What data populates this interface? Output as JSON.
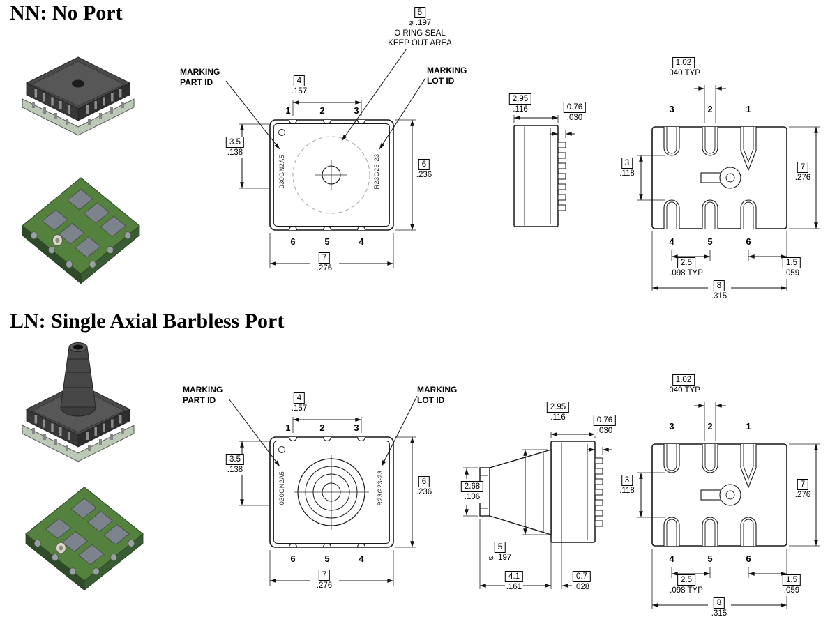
{
  "colors": {
    "line": "#161616",
    "pcb_green": "#55813f",
    "chip_gray": "#4a4a4a"
  },
  "sections": [
    {
      "title": "NN: No Port",
      "top_view": {
        "marking_part_id": "MARKING\nPART ID",
        "marking_lot_id": "MARKING\nLOT ID",
        "oring_mm": "5",
        "oring_dia": "⌀ .197",
        "oring_note1": "O RING SEAL",
        "oring_note2": "KEEP OUT AREA",
        "part_marking": "030GN2A5",
        "lot_marking": "R23G23-23",
        "pins_top": [
          "1",
          "2",
          "3"
        ],
        "pins_bottom": [
          "6",
          "5",
          "4"
        ],
        "dim_pins_span": {
          "mm": "4",
          "in": ".157"
        },
        "dim_upper_left": {
          "mm": "3.5",
          "in": ".138"
        },
        "dim_height": {
          "mm": "6",
          "in": ".236"
        },
        "dim_width": {
          "mm": "7",
          "in": ".276"
        }
      },
      "side_view": {
        "dim_thickness": {
          "mm": "2.95",
          "in": ".116"
        },
        "dim_pin_protrusion": {
          "mm": "0.76",
          "in": ".030"
        }
      },
      "bottom_view": {
        "pins_top": [
          "3",
          "2",
          "1"
        ],
        "pins_bottom": [
          "4",
          "5",
          "6"
        ],
        "dim_pad_width": {
          "mm": "1.02",
          "in": ".040 TYP"
        },
        "dim_inner_span": {
          "mm": "3",
          "in": ".118"
        },
        "dim_height": {
          "mm": "7",
          "in": ".276"
        },
        "dim_pitch": {
          "mm": "2.5",
          "in": ".098 TYP"
        },
        "dim_edge": {
          "mm": "1.5",
          "in": ".059"
        },
        "dim_width": {
          "mm": "8",
          "in": ".315"
        }
      }
    },
    {
      "title": "LN: Single Axial Barbless Port",
      "top_view": {
        "marking_part_id": "MARKING\nPART ID",
        "marking_lot_id": "MARKING\nLOT ID",
        "part_marking": "030GN2A5",
        "lot_marking": "R23G23-23",
        "pins_top": [
          "1",
          "2",
          "3"
        ],
        "pins_bottom": [
          "6",
          "5",
          "4"
        ],
        "dim_pins_span": {
          "mm": "4",
          "in": ".157"
        },
        "dim_upper_left": {
          "mm": "3.5",
          "in": ".138"
        },
        "dim_height": {
          "mm": "6",
          "in": ".236"
        },
        "dim_width": {
          "mm": "7",
          "in": ".276"
        }
      },
      "side_view": {
        "dim_thickness": {
          "mm": "2.95",
          "in": ".116"
        },
        "dim_pin_protrusion": {
          "mm": "0.76",
          "in": ".030"
        },
        "dim_port_tip": {
          "mm": "2.68",
          "in": ".106"
        },
        "dim_port_base": {
          "mm": "5",
          "in": "⌀ .197"
        },
        "dim_port_length": {
          "mm": "4.1",
          "in": ".161"
        },
        "dim_cover": {
          "mm": "0.7",
          "in": ".028"
        }
      },
      "bottom_view": {
        "pins_top": [
          "3",
          "2",
          "1"
        ],
        "pins_bottom": [
          "4",
          "5",
          "6"
        ],
        "dim_pad_width": {
          "mm": "1.02",
          "in": ".040 TYP"
        },
        "dim_inner_span": {
          "mm": "3",
          "in": ".118"
        },
        "dim_height": {
          "mm": "7",
          "in": ".276"
        },
        "dim_pitch": {
          "mm": "2.5",
          "in": ".098 TYP"
        },
        "dim_edge": {
          "mm": "1.5",
          "in": ".059"
        },
        "dim_width": {
          "mm": "8",
          "in": ".315"
        }
      }
    }
  ]
}
